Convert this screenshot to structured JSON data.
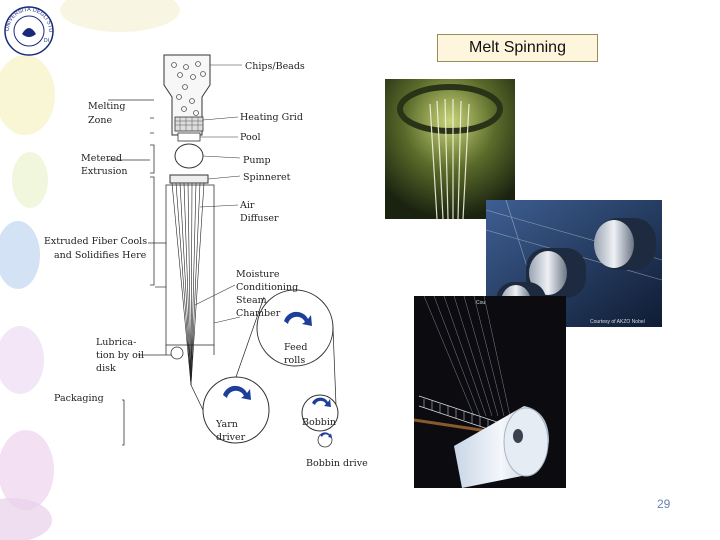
{
  "slide": {
    "title": "Melt Spinning",
    "page_number": "29"
  },
  "logo": {
    "text_top": "UNIVERSITÀ DEGLI STUDI",
    "text_side": "DI"
  },
  "diagram": {
    "labels": {
      "chips_beads": "Chips/Beads",
      "melting_zone_1": "Melting",
      "melting_zone_2": "Zone",
      "heating_grid": "Heating Grid",
      "pool": "Pool",
      "metered_1": "Metered",
      "metered_2": "Extrusion",
      "pump": "Pump",
      "spinneret": "Spinneret",
      "air_1": "Air",
      "air_2": "Diffuser",
      "extruded_1": "Extruded Fiber Cools",
      "extruded_2": "and Solidifies Here",
      "moisture_1": "Moisture",
      "moisture_2": "Conditioning",
      "moisture_3": "Steam",
      "moisture_4": "Chamber",
      "lubrication_1": "Lubrica-",
      "lubrication_2": "tion by oil",
      "lubrication_3": "disk",
      "feed_1": "Feed",
      "feed_2": "rolls",
      "packaging": "Packaging",
      "yarn_1": "Yarn",
      "yarn_2": "driver",
      "bobbin": "Bobbin",
      "bobbin_drive": "Bobbin drive"
    }
  },
  "photos": {
    "photo_2_credit": "Courtesy of AKZO Nobel",
    "photo_3_credit": "Cou"
  },
  "colors": {
    "title_bg": "#fdf6dc",
    "title_border": "#9b8a5a",
    "page_number": "#6a7fb5",
    "arrow_blue": "#1c3f9a"
  }
}
